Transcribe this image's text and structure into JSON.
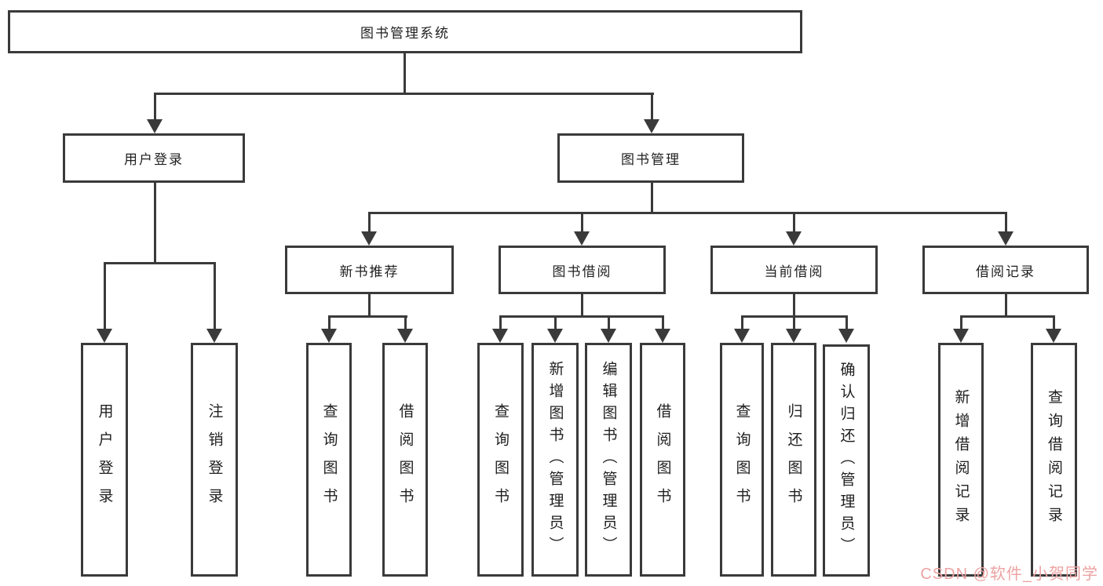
{
  "tree": {
    "label": "图书管理系统",
    "children": [
      {
        "label": "用户登录",
        "children": [
          {
            "label": "用户登录"
          },
          {
            "label": "注销登录"
          }
        ]
      },
      {
        "label": "图书管理",
        "children": [
          {
            "label": "新书推荐",
            "children": [
              {
                "label": "查询图书"
              },
              {
                "label": "借阅图书"
              }
            ]
          },
          {
            "label": "图书借阅",
            "children": [
              {
                "label": "查询图书"
              },
              {
                "label": "新增图书（管理员）"
              },
              {
                "label": "编辑图书（管理员）"
              },
              {
                "label": "借阅图书"
              }
            ]
          },
          {
            "label": "当前借阅",
            "children": [
              {
                "label": "查询图书"
              },
              {
                "label": "归还图书"
              },
              {
                "label": "确认归还（管理员）"
              }
            ]
          },
          {
            "label": "借阅记录",
            "children": [
              {
                "label": "新增借阅记录"
              },
              {
                "label": "查询借阅记录"
              }
            ]
          }
        ]
      }
    ]
  },
  "watermark": {
    "text": "CSDN @软件_小贺同学",
    "color": "#eda3a3"
  },
  "colors": {
    "line": "#3a3a3a",
    "text": "#1f1f1f",
    "background": "#ffffff"
  }
}
